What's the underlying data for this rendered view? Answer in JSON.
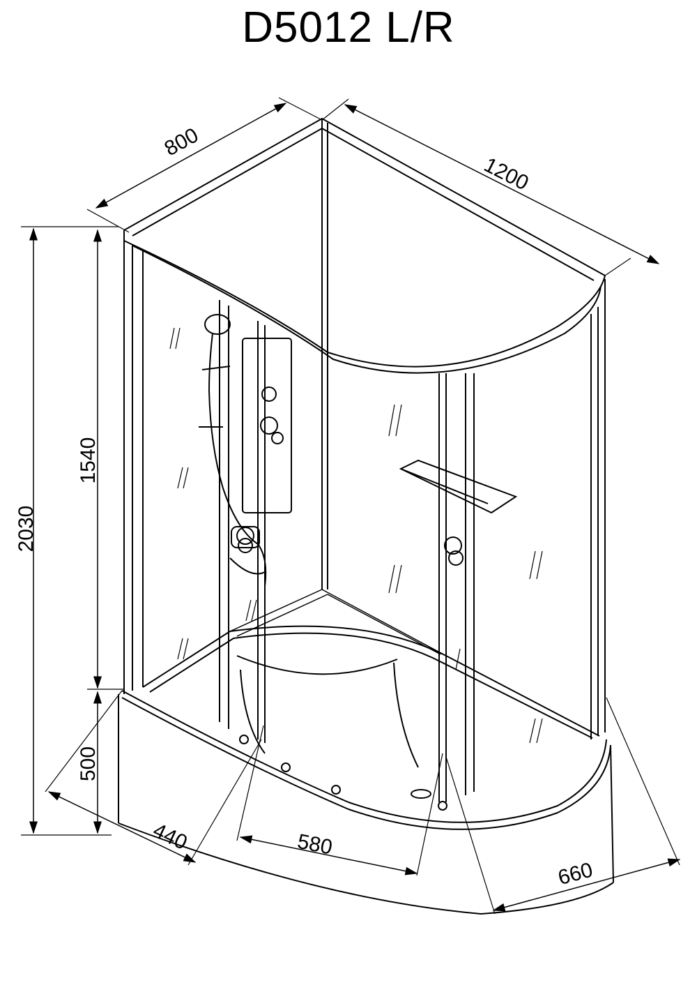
{
  "title": "D5012 L/R",
  "dimensions": {
    "width_back": "800",
    "length": "1200",
    "height_total": "2030",
    "height_panel": "1540",
    "base_height": "500",
    "base_depth_left": "440",
    "tray_width": "580",
    "base_depth_right": "660"
  }
}
